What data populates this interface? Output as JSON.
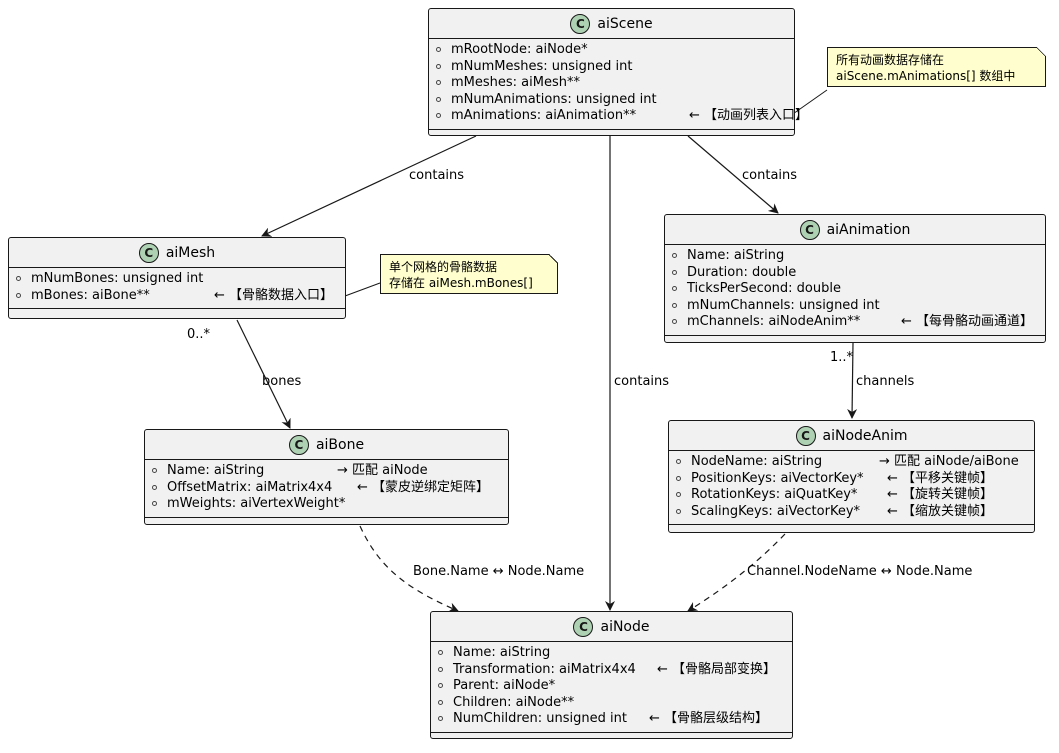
{
  "classes": {
    "aiScene": {
      "name": "aiScene",
      "attrs": [
        {
          "text": "mRootNode: aiNode*",
          "note": ""
        },
        {
          "text": "mNumMeshes: unsigned int",
          "note": ""
        },
        {
          "text": "mMeshes: aiMesh**",
          "note": ""
        },
        {
          "text": "mNumAnimations: unsigned int",
          "note": ""
        },
        {
          "text": "mAnimations: aiAnimation**",
          "note": "← 【动画列表入口】"
        }
      ]
    },
    "aiMesh": {
      "name": "aiMesh",
      "attrs": [
        {
          "text": "mNumBones: unsigned int",
          "note": ""
        },
        {
          "text": "mBones: aiBone**",
          "note": "← 【骨骼数据入口】"
        }
      ]
    },
    "aiAnimation": {
      "name": "aiAnimation",
      "attrs": [
        {
          "text": "Name: aiString",
          "note": ""
        },
        {
          "text": "Duration: double",
          "note": ""
        },
        {
          "text": "TicksPerSecond: double",
          "note": ""
        },
        {
          "text": "mNumChannels: unsigned int",
          "note": ""
        },
        {
          "text": "mChannels: aiNodeAnim**",
          "note": "← 【每骨骼动画通道】"
        }
      ]
    },
    "aiBone": {
      "name": "aiBone",
      "attrs": [
        {
          "text": "Name: aiString",
          "note": "→ 匹配 aiNode"
        },
        {
          "text": "OffsetMatrix: aiMatrix4x4",
          "note": "← 【蒙皮逆绑定矩阵】"
        },
        {
          "text": "mWeights: aiVertexWeight*",
          "note": ""
        }
      ]
    },
    "aiNodeAnim": {
      "name": "aiNodeAnim",
      "attrs": [
        {
          "text": "NodeName: aiString",
          "note": "→ 匹配 aiNode/aiBone"
        },
        {
          "text": "PositionKeys: aiVectorKey*",
          "note": "← 【平移关键帧】"
        },
        {
          "text": "RotationKeys: aiQuatKey*",
          "note": "← 【旋转关键帧】"
        },
        {
          "text": "ScalingKeys: aiVectorKey*",
          "note": "← 【缩放关键帧】"
        }
      ]
    },
    "aiNode": {
      "name": "aiNode",
      "attrs": [
        {
          "text": "Name: aiString",
          "note": ""
        },
        {
          "text": "Transformation: aiMatrix4x4",
          "note": "← 【骨骼局部变换】"
        },
        {
          "text": "Parent: aiNode*",
          "note": ""
        },
        {
          "text": "Children: aiNode**",
          "note": ""
        },
        {
          "text": "NumChildren: unsigned int",
          "note": "← 【骨骼层级结构】"
        }
      ]
    }
  },
  "notes": {
    "scene_note": {
      "line1": "所有动画数据存储在",
      "line2": "aiScene.mAnimations[] 数组中"
    },
    "mesh_note": {
      "line1": "单个网格的骨骼数据",
      "line2": "存储在 aiMesh.mBones[]"
    }
  },
  "edges": {
    "scene_mesh": "contains",
    "scene_node": "contains",
    "scene_anim": "contains",
    "mesh_bone": "bones",
    "mesh_bone_mult": "0..*",
    "anim_nodeanim": "channels",
    "anim_nodeanim_mult": "1..*",
    "bone_node": "Bone.Name ↔ Node.Name",
    "nodeanim_node": "Channel.NodeName ↔ Node.Name"
  },
  "icon_letter": "C",
  "colors": {
    "class_bg": "#f1f1f1",
    "icon_bg": "#add1b2",
    "note_bg": "#fefece",
    "line": "#181818"
  }
}
